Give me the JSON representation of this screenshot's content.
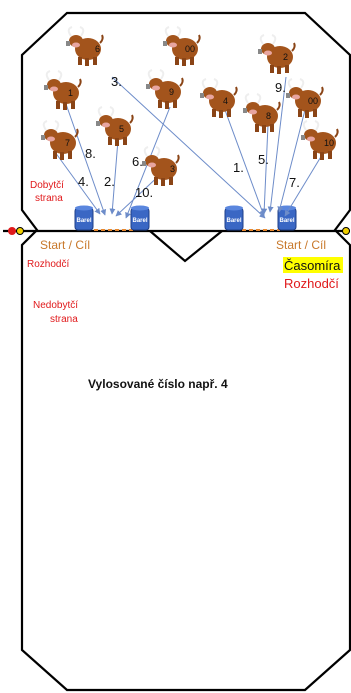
{
  "labels": {
    "dobytci_strana_1": "Dobytčí",
    "dobytci_strana_2": "strana",
    "start_cil_left": "Start / Cíl",
    "start_cil_right": "Start / Cíl",
    "rozhodci_left": "Rozhodčí",
    "rozhodci_right": "Rozhodčí",
    "casomira": "Časomíra",
    "nedobytci_strana_1": "Nedobytčí",
    "nedobytci_strana_2": "strana",
    "center_text": "Vylosované číslo např. 4"
  },
  "barrel_label": "Barel",
  "cattle": [
    {
      "id": "6",
      "tag": "6"
    },
    {
      "id": "00a",
      "tag": "00"
    },
    {
      "id": "2",
      "tag": "2"
    },
    {
      "id": "1",
      "tag": "1"
    },
    {
      "id": "9",
      "tag": "9"
    },
    {
      "id": "4",
      "tag": "4"
    },
    {
      "id": "8",
      "tag": "8"
    },
    {
      "id": "00b",
      "tag": "00"
    },
    {
      "id": "5",
      "tag": "5"
    },
    {
      "id": "7",
      "tag": "7"
    },
    {
      "id": "3",
      "tag": "3"
    },
    {
      "id": "10",
      "tag": "10"
    }
  ],
  "order_numbers": [
    "1.",
    "2.",
    "3.",
    "4.",
    "5.",
    "6.",
    "7.",
    "8.",
    "9.",
    "10."
  ],
  "colors": {
    "cattle": "#a3541c",
    "barrel": "#3a67c4",
    "arrow": "#6d8cc9",
    "dash": "#e8882e",
    "label_red": "#e0191b",
    "label_orange": "#c8782a",
    "highlight": "#ffff00",
    "left_dot": "#e0191b",
    "marker_dot": "#f2d000"
  }
}
